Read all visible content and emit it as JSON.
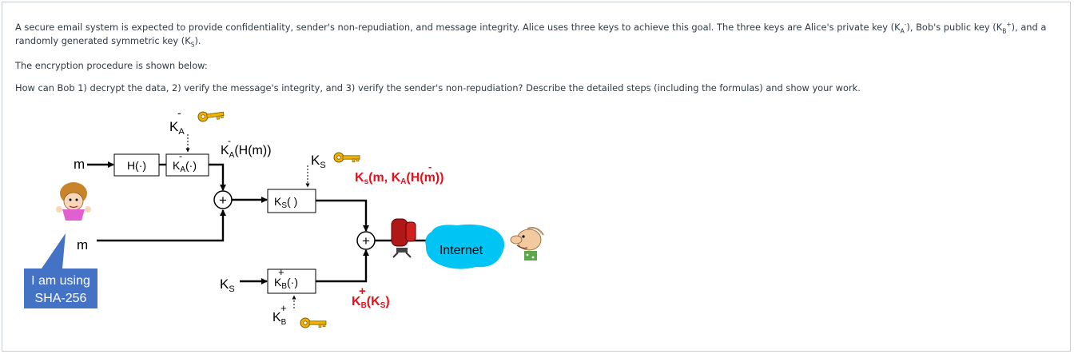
{
  "question": {
    "intro_main": "A secure email system is expected to provide confidentiality, sender's non-repudiation, and message integrity. Alice uses three keys to achieve this goal. The three keys are Alice's private key (K",
    "intro_ka_sub": "A",
    "intro_ka_sup": "-",
    "intro_mid1": "), Bob's public key (K",
    "intro_kb_sub": "B",
    "intro_kb_sup": "+",
    "intro_mid2": "), and a randomly generated symmetric key (K",
    "intro_ks_sub": "S",
    "intro_end": ").",
    "procedure": "The encryption procedure is shown below:",
    "ask": "How can Bob 1) decrypt the data, 2) verify the message's integrity, and 3) verify the sender's non-repudiation? Describe the detailed steps (including the formulas) and show your work."
  },
  "diagram": {
    "m_top": "m",
    "m_bottom": "m",
    "hash_box": "H(·)",
    "ka_box": "K",
    "ka_box_sub": "A",
    "ka_box_arg": "(·)",
    "ka_key_label": "K",
    "ka_key_sub": "A",
    "signed_label": "K",
    "signed_sub": "A",
    "signed_arg": "(H(m))",
    "ks_key_label": "K",
    "ks_key_sub": "S",
    "ks_box": "K",
    "ks_box_sub": "S",
    "ks_box_arg": "( )",
    "ks_red_label": "K",
    "ks_red_sub": "s",
    "ks_red_arg1": "(m, K",
    "ks_red_sub2": "A",
    "ks_red_arg2": "(H(m))",
    "ks_input": "K",
    "ks_input_sub": "S",
    "kb_box": "K",
    "kb_box_sub": "B",
    "kb_box_arg": "(·)",
    "kb_key_label": "K",
    "kb_key_sub": "B",
    "kb_red_label": "K",
    "kb_red_sub": "B",
    "kb_red_arg": "(K",
    "kb_red_sub2": "S",
    "kb_red_end": ")",
    "plus": "+",
    "minus": "-",
    "internet": "Internet",
    "callout": [
      "I am using",
      "SHA-256"
    ]
  },
  "colors": {
    "text": "#2d3b45",
    "red_label": "#e8101a",
    "internet_cloud": "#00c4f4",
    "callout_bg": "#4472c4",
    "key_gold": "#f0b400"
  }
}
